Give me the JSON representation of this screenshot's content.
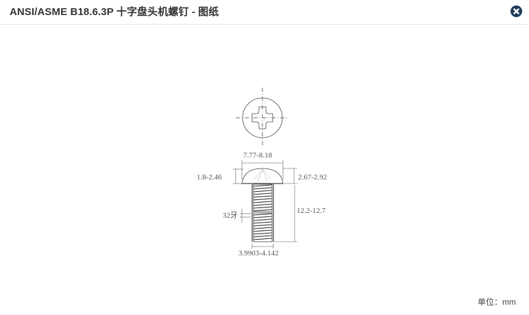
{
  "header": {
    "title": "ANSI/ASME B18.6.3P  十字盘头机螺钉 - 图纸",
    "close_icon": "close-circle-icon",
    "close_color": "#1d3a5c"
  },
  "drawing": {
    "dimensions": {
      "head_diameter": "7.77-8.18",
      "head_height": "1.8-2.46",
      "head_height_total": "2.67-2.92",
      "length": "12.2-12.7",
      "thread_pitch": "32牙",
      "thread_diameter": "3.9903-4.142"
    }
  },
  "footer": {
    "unit_label": "单位：mm"
  }
}
